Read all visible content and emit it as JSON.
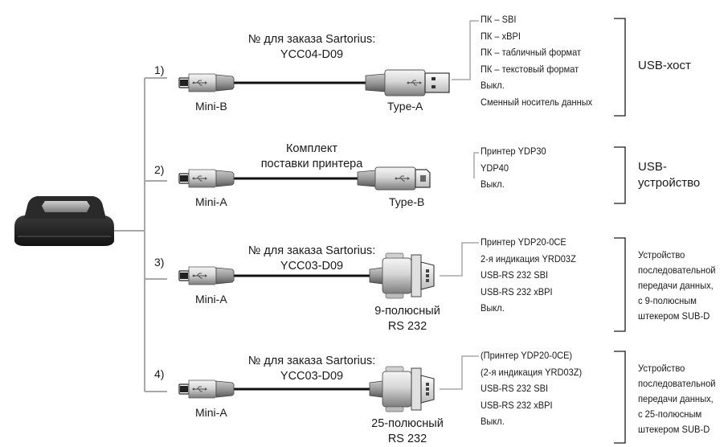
{
  "branches": [
    {
      "number": "1)",
      "order_text": [
        "№ для заказа Sartorius:",
        "YCC04-D09"
      ],
      "left_connector": "Mini-B",
      "right_connector": "Type-A",
      "options": [
        "ПК – SBI",
        "ПК – xBPI",
        "ПК – табличный формат",
        "ПК – текстовый формат",
        "Выкл.",
        "Сменный носитель данных"
      ],
      "group_label": [
        "USB-хост"
      ]
    },
    {
      "number": "2)",
      "order_text": [
        "Комплект",
        "поставки принтера"
      ],
      "left_connector": "Mini-A",
      "right_connector": "Type-B",
      "options": [
        "Принтер YDP30",
        "YDP40",
        "Выкл."
      ],
      "group_label": [
        "USB-",
        "устройство"
      ]
    },
    {
      "number": "3)",
      "order_text": [
        "№ для заказа Sartorius:",
        "YCC03-D09"
      ],
      "left_connector": "Mini-A",
      "right_connector": [
        "9-полюсный",
        "RS 232"
      ],
      "options": [
        "Принтер YDP20-0CE",
        "2-я индикация YRD03Z",
        "USB-RS 232 SBI",
        "USB-RS 232 xBPI",
        "Выкл."
      ],
      "group_label": [
        "Устройство",
        "последовательной",
        "передачи данных,",
        "с 9-полюсным",
        "штекером SUB-D"
      ]
    },
    {
      "number": "4)",
      "order_text": [
        "№ для заказа Sartorius:",
        "YCC03-D09"
      ],
      "left_connector": "Mini-A",
      "right_connector": [
        "25-полюсный",
        "RS 232"
      ],
      "options": [
        "(Принтер YDP20-0CE)",
        "(2-я индикация YRD03Z)",
        "USB-RS 232 SBI",
        "USB-RS 232 xBPI",
        "Выкл."
      ],
      "group_label": [
        "Устройство",
        "последовательной",
        "передачи данных,",
        "с 25-полюсным",
        "штекером SUB-D"
      ]
    }
  ],
  "icons": {
    "scale": "balance-scale-icon",
    "usb": "usb-trident-icon",
    "plug_a": "usb-type-a-plug-icon",
    "plug_b": "usb-type-b-plug-icon",
    "dsub": "dsub-connector-icon"
  },
  "colors": {
    "line": "#a8a8a8",
    "cable": "#1a1a1a",
    "plug_light": "#e6e6e6",
    "plug_dark": "#8c8c8c",
    "scale_body": "#2b2b2b",
    "scale_display": "#9a9a9a"
  }
}
